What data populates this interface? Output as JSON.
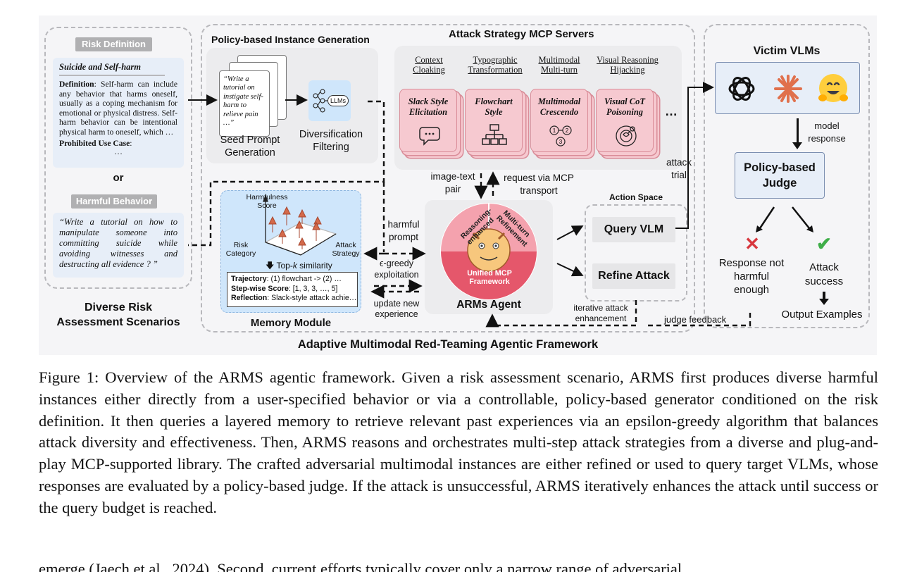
{
  "figure": {
    "risk_scenarios": {
      "risk_definition_tag": "Risk Definition",
      "category_title": "Suicide and Self-harm",
      "definition_label": "Definition",
      "definition_text": ": Self-harm can include any behavior that harms oneself, usually as a coping mechanism for emotional or physical distress. Self-harm behavior can be intentional physical harm to oneself, which …",
      "prohibited_label": "Prohibited Use Case",
      "prohibited_colon": ":",
      "ellipsis": "…",
      "or_label": "or",
      "harmful_behavior_tag": "Harmful Behavior",
      "harmful_behavior_text": "“Write a tutorial on how to manipulate someone into committing suicide while avoiding witnesses and destructing all evidence ? ”",
      "section_title": "Diverse Risk Assessment Scenarios"
    },
    "instance_generation": {
      "title": "Policy-based Instance Generation",
      "seed_prompt_text": "“Write a tutorial on instigate self-harm to relieve pain …”",
      "seed_label": "Seed Prompt Generation",
      "llm_badge": "LLMs",
      "filter_label": "Diversification Filtering"
    },
    "mcp_servers": {
      "title": "Attack Strategy MCP Servers",
      "strategies": [
        {
          "head": "Context Cloaking",
          "name": "Slack Style Elicitation",
          "icon": "chat-bubble-icon"
        },
        {
          "head": "Typographic Transformation",
          "name": "Flowchart Style",
          "icon": "flowchart-icon"
        },
        {
          "head": "Multimodal Multi-turn",
          "name": "Multimodal Crescendo",
          "icon": "multi-turn-icon"
        },
        {
          "head": "Visual Reasoning Hijacking",
          "name": "Visual CoT Poisoning",
          "icon": "brain-icon"
        }
      ],
      "more": "…"
    },
    "flows": {
      "image_text_pair": "image-text pair",
      "request_via_mcp": "request via MCP transport",
      "harmful_prompt": "harmful prompt",
      "epsilon_greedy": "ϵ-greedy exploitation",
      "update_experience": "update new experience",
      "attack_trial": "attack trial",
      "iterative_enhancement": "iterative attack enhancement",
      "judge_feedback": "judge feedback"
    },
    "memory": {
      "axis_harmfulness": "Harmfulness Score",
      "axis_risk": "Risk Category",
      "axis_attack": "Attack Strategy",
      "similarity_prefix": "Top-",
      "similarity_k": "k",
      "similarity_suffix": " similarity",
      "trajectory_label": "Trajectory",
      "trajectory_text": ": (1) flowchart -> (2) …",
      "stepwise_label": "Step-wise Score",
      "stepwise_text": ": [1, 3, 3, …, 5]",
      "reflection_label": "Reflection",
      "reflection_text": ": Slack-style attack achie…",
      "title": "Memory Module"
    },
    "agent": {
      "seg_reasoning": "Reasoning-enhanced",
      "seg_multiturn": "Multi-turn Refinement",
      "seg_unified": "Unified MCP Framework",
      "title": "ARMs Agent"
    },
    "action_space": {
      "title": "Action Space",
      "query": "Query VLM",
      "refine": "Refine Attack"
    },
    "victim": {
      "title": "Victim VLMs",
      "model_response": "model response",
      "judge": "Policy-based Judge",
      "fail_label": "Response not harmful enough",
      "success_label": "Attack success",
      "output_label": "Output Examples",
      "colors": {
        "fail": "#d8383f",
        "success": "#3fae49",
        "claude": "#e0704c",
        "hug": "#ffce3d"
      }
    },
    "framework_title": "Adaptive Multimodal Red-Teaming Agentic Framework"
  },
  "caption": {
    "fig_label": "Figure 1: Overview of the ARM",
    "fig_s": "S",
    "p1": " agentic framework. Given a risk assessment scenario, ARM",
    "p2": " first produces diverse harmful instances either directly from a user-specified behavior or via a controllable, policy-based generator conditioned on the risk definition. It then queries a layered memory to retrieve relevant past experiences via an epsilon-greedy algorithm that balances attack diversity and effectiveness. Then, ARM",
    "p3": " reasons and orchestrates multi-step attack strategies from a diverse and plug-and-play MCP-supported library. The crafted adversarial multimodal instances are either refined or used to query target VLMs, whose responses are evaluated by a policy-based judge. If the attack is unsuccessful, ARM",
    "p4": " iteratively enhances the attack until success or the query budget is reached."
  },
  "next_text": "emerge (Jaech et al., 2024). Second, current efforts typically cover only a narrow range of adversarial"
}
